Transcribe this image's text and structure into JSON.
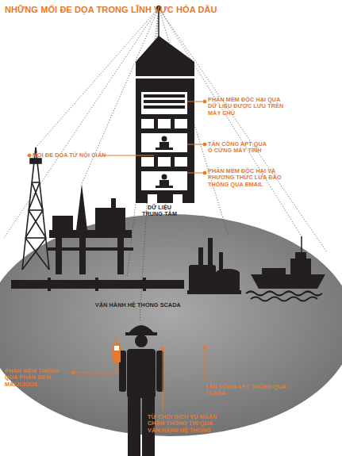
{
  "diagram": {
    "title": "NHỮNG MỐI ĐE DỌA TRONG LĨNH VỰC HÓA DẦU",
    "labels": [
      "PHẦN MỀM ĐỘC HẠI QUA DỮ LIỆU ĐƯỢC LƯU TRÊN MÁY CHỦ",
      "TẤN CÔNG APT QUA Ổ CỨNG MÁY TÍNH",
      "PHẦN MỀM ĐỘC HẠI VÀ PHƯƠNG THỨC LỪA ĐẢO THÔNG QUA EMAIL",
      "MỐI ĐE DỌA TỪ NỘI GIÁN",
      "DỮ LIỆU TRUNG TÂM",
      "VẬN HÀNH HỆ THỐNG SCADA",
      "PHẦN MỀM THÔNG QUA PHẦN MỀM MALICIOUS",
      "TẤN CÔNG APT THÔNG QUA SCADA",
      "TỪ CHỐI DỊCH VỤ NGĂN CHẶN THÔNG TIN QUA VẬN HÀNH HỆ THỐNG"
    ]
  }
}
